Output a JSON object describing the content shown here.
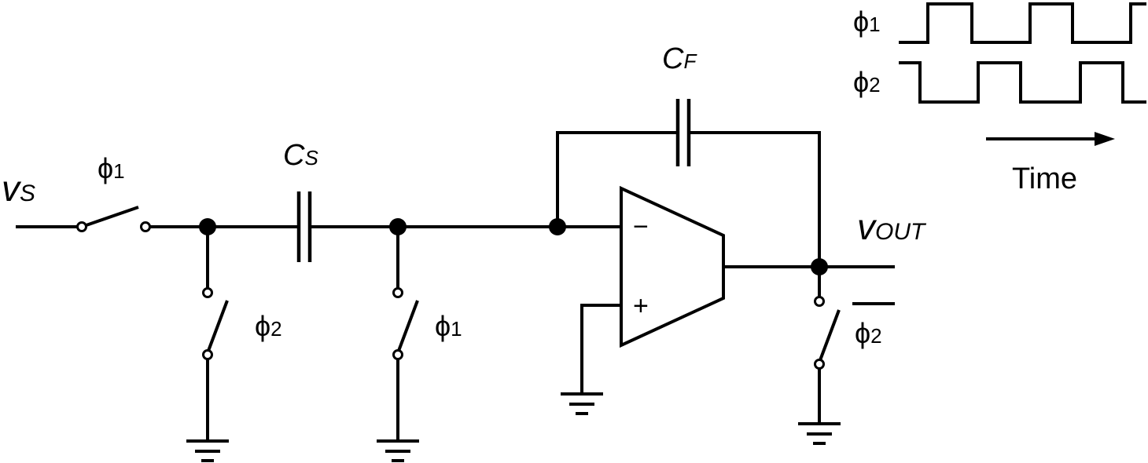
{
  "labels": {
    "v_s": {
      "main": "v",
      "sub": "S"
    },
    "c_s": {
      "main": "C",
      "sub": "S"
    },
    "c_f": {
      "main": "C",
      "sub": "F"
    },
    "v_out": {
      "main": "v",
      "sub": "OUT"
    },
    "switch_input": {
      "main": "ϕ",
      "sub": "1"
    },
    "switch_shunt_left": {
      "main": "ϕ",
      "sub": "2"
    },
    "switch_shunt_right": {
      "main": "ϕ",
      "sub": "1"
    },
    "switch_output": {
      "main": "ϕ",
      "sub": "2"
    },
    "opamp_minus": "−",
    "opamp_plus": "+",
    "timing_phi1": {
      "main": "ϕ",
      "sub": "1"
    },
    "timing_phi2": {
      "main": "ϕ",
      "sub": "2"
    },
    "time_axis": "Time"
  }
}
